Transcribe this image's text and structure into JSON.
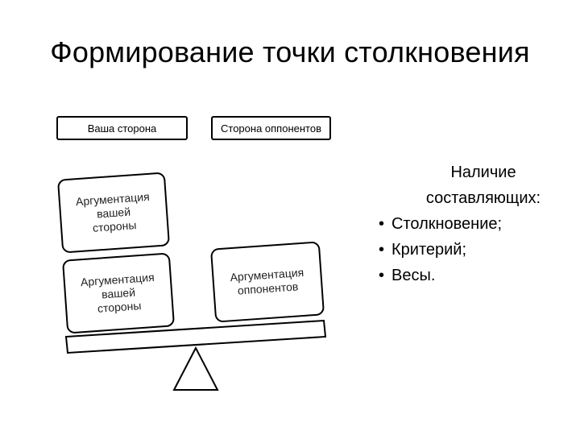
{
  "title": "Формирование точки столкновения",
  "labels": {
    "ours": "Ваша сторона",
    "opponents": "Сторона оппонентов"
  },
  "weights": {
    "ours_1": [
      "Аргументация",
      "вашей",
      "стороны"
    ],
    "ours_2": [
      "Аргументация",
      "вашей",
      "стороны"
    ],
    "opponents": [
      "Аргументация",
      "оппонентов"
    ]
  },
  "components": {
    "heading_line1": "Наличие",
    "heading_line2": "составляющих:",
    "bullet_glyph": "•",
    "items": [
      "Столкновение;",
      "Критерий;",
      "Весы."
    ]
  }
}
